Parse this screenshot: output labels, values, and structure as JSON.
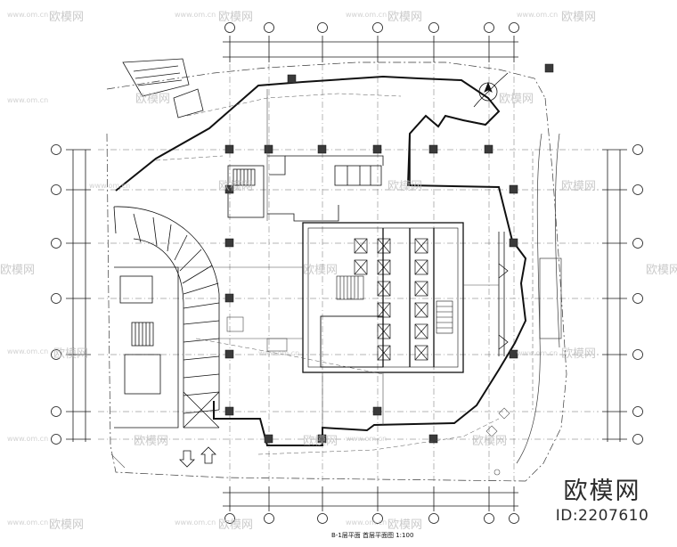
{
  "watermark": {
    "brand": "欧模网",
    "id_text": "ID:2207610",
    "tile_text": "欧模网",
    "url_text": "www.om.cn"
  },
  "drawing": {
    "caption": "B-1层平面   首层平面图   1:100",
    "colors": {
      "line": "#1a1a1a",
      "thin": "#4a4a4a",
      "dash": "#6a6a6a",
      "watermark": "#bdbdbd"
    }
  }
}
